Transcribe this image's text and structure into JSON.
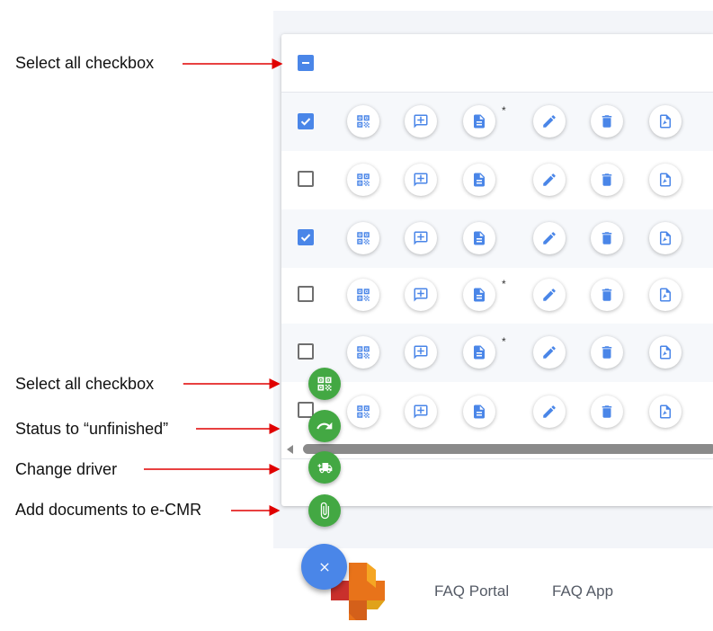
{
  "annotations": [
    {
      "id": "select-all-header",
      "text": "Select all checkbox"
    },
    {
      "id": "select-all-fab",
      "text": "Select all checkbox"
    },
    {
      "id": "status-unfinished",
      "text": "Status to “unfinished”"
    },
    {
      "id": "change-driver",
      "text": "Change driver"
    },
    {
      "id": "add-documents",
      "text": "Add documents to e-CMR"
    }
  ],
  "table": {
    "header": {
      "select_all_state": "indeterminate"
    },
    "action_icons": [
      "qr-code-icon",
      "add-comment-icon",
      "document-icon",
      "edit-icon",
      "delete-icon",
      "pdf-icon"
    ],
    "rows": [
      {
        "checked": true,
        "document_flag": "*"
      },
      {
        "checked": false,
        "document_flag": ""
      },
      {
        "checked": true,
        "document_flag": ""
      },
      {
        "checked": false,
        "document_flag": "*"
      },
      {
        "checked": false,
        "document_flag": "*"
      },
      {
        "checked": false,
        "document_flag": ""
      }
    ]
  },
  "fab_menu": {
    "items": [
      "qr-code-icon",
      "redo-icon",
      "change-driver-icon",
      "attachment-icon"
    ],
    "main_icon": "close-icon"
  },
  "footer": {
    "links": [
      "FAQ Portal",
      "FAQ App"
    ]
  },
  "colors": {
    "primary": "#4a86e8",
    "success": "#43a843",
    "annotation_arrow": "#e00000"
  }
}
